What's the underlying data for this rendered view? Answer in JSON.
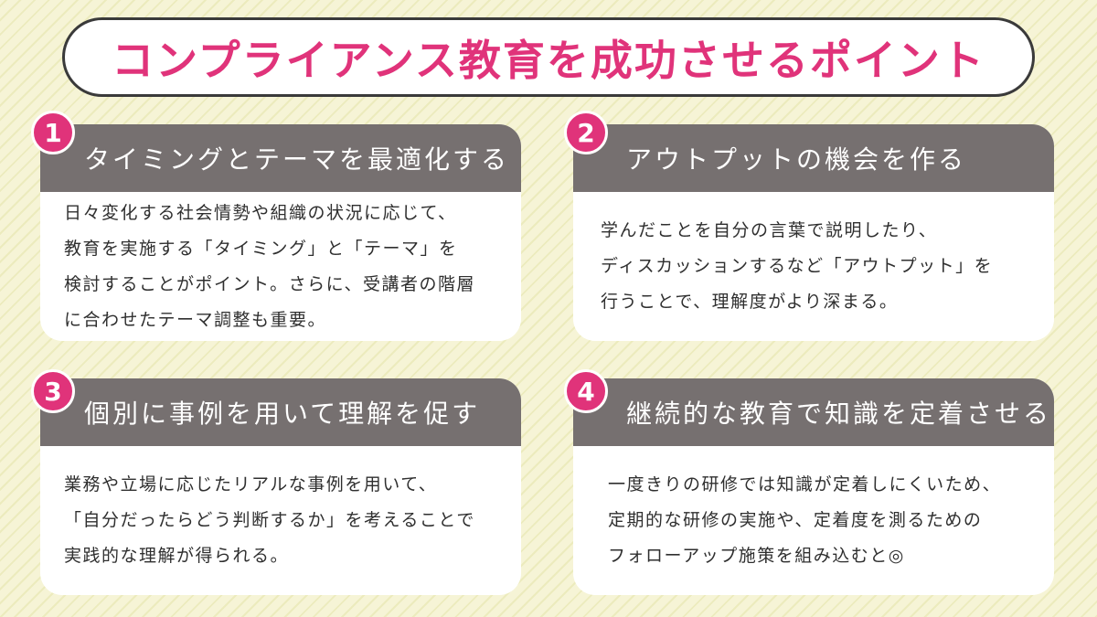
{
  "title": "コンプライアンス教育を成功させるポイント",
  "colors": {
    "accent": "#e0337a",
    "header_bg": "#767070",
    "background": "#f4f1cc"
  },
  "points": [
    {
      "number": "1",
      "heading": "タイミングとテーマを最適化する",
      "body": "日々変化する社会情勢や組織の状況に応じて、\n教育を実施する「タイミング」と「テーマ」を\n検討することがポイント。さらに、受講者の階層\nに合わせたテーマ調整も重要。"
    },
    {
      "number": "2",
      "heading": "アウトプットの機会を作る",
      "body": "学んだことを自分の言葉で説明したり、\nディスカッションするなど「アウトプット」を\n行うことで、理解度がより深まる。"
    },
    {
      "number": "3",
      "heading": "個別に事例を用いて理解を促す",
      "body": "業務や立場に応じたリアルな事例を用いて、\n「自分だったらどう判断するか」を考えることで\n実践的な理解が得られる。"
    },
    {
      "number": "4",
      "heading": "継続的な教育で知識を定着させる",
      "body": "一度きりの研修では知識が定着しにくいため、\n定期的な研修の実施や、定着度を測るための\nフォローアップ施策を組み込むと◎"
    }
  ]
}
